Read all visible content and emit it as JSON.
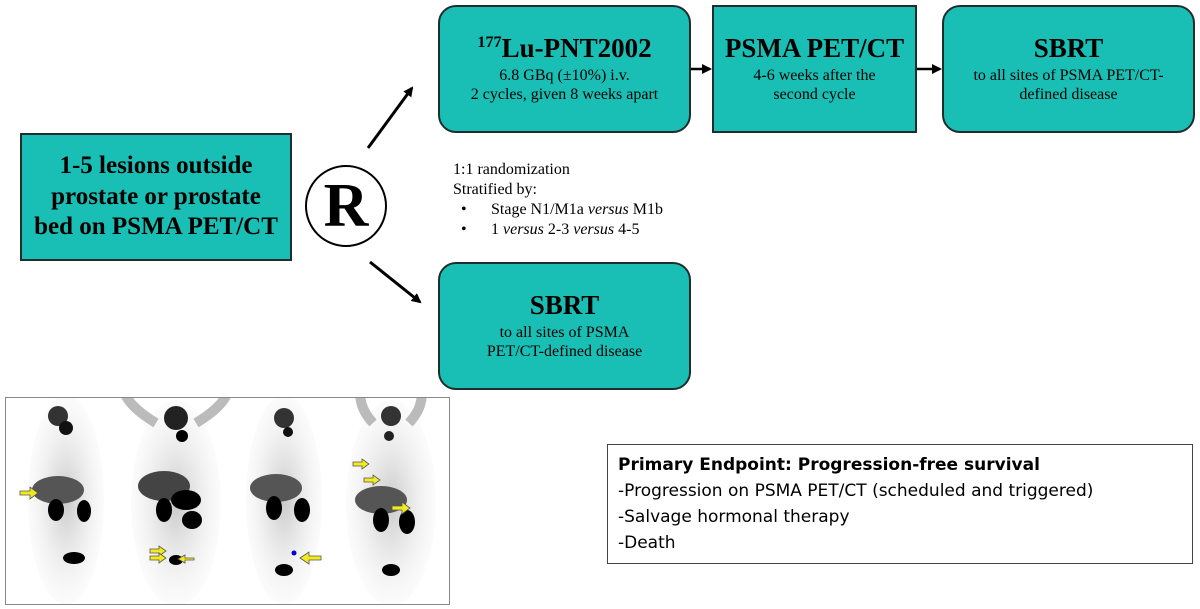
{
  "entry": {
    "line1": "1-5 lesions outside",
    "line2": "prostate or prostate",
    "line3": "bed on PSMA PET/CT"
  },
  "randomize_symbol": "R",
  "randomization": {
    "line1": "1:1 randomization",
    "line2": "Stratified by:",
    "strat1": {
      "a": "Stage N1/M1a ",
      "b": "versus",
      "c": " M1b"
    },
    "strat2": {
      "a": "1 ",
      "b": "versus",
      "c": " 2-3 ",
      "d": "versus",
      "e": " 4-5"
    }
  },
  "arm1": {
    "lu": {
      "mass": "177",
      "title": "Lu-PNT2002",
      "sub1": "6.8 GBq (±10%) i.v.",
      "sub2": "2 cycles, given 8 weeks apart"
    },
    "pet": {
      "title": "PSMA PET/CT",
      "sub1": "4-6 weeks after the",
      "sub2": "second cycle"
    },
    "sbrt": {
      "title": "SBRT",
      "sub1": "to all sites of PSMA PET/CT-",
      "sub2": "defined disease"
    }
  },
  "arm2": {
    "title": "SBRT",
    "sub1": "to all sites of PSMA",
    "sub2": "PET/CT-defined disease"
  },
  "endpoint": {
    "title": "Primary Endpoint: Progression-free survival",
    "items": [
      "-Progression on PSMA PET/CT (scheduled and triggered)",
      "-Salvage hormonal therapy",
      "-Death"
    ]
  },
  "colors": {
    "box_fill": "#19bfb4",
    "arrow_marker": "#f2ea1c"
  }
}
